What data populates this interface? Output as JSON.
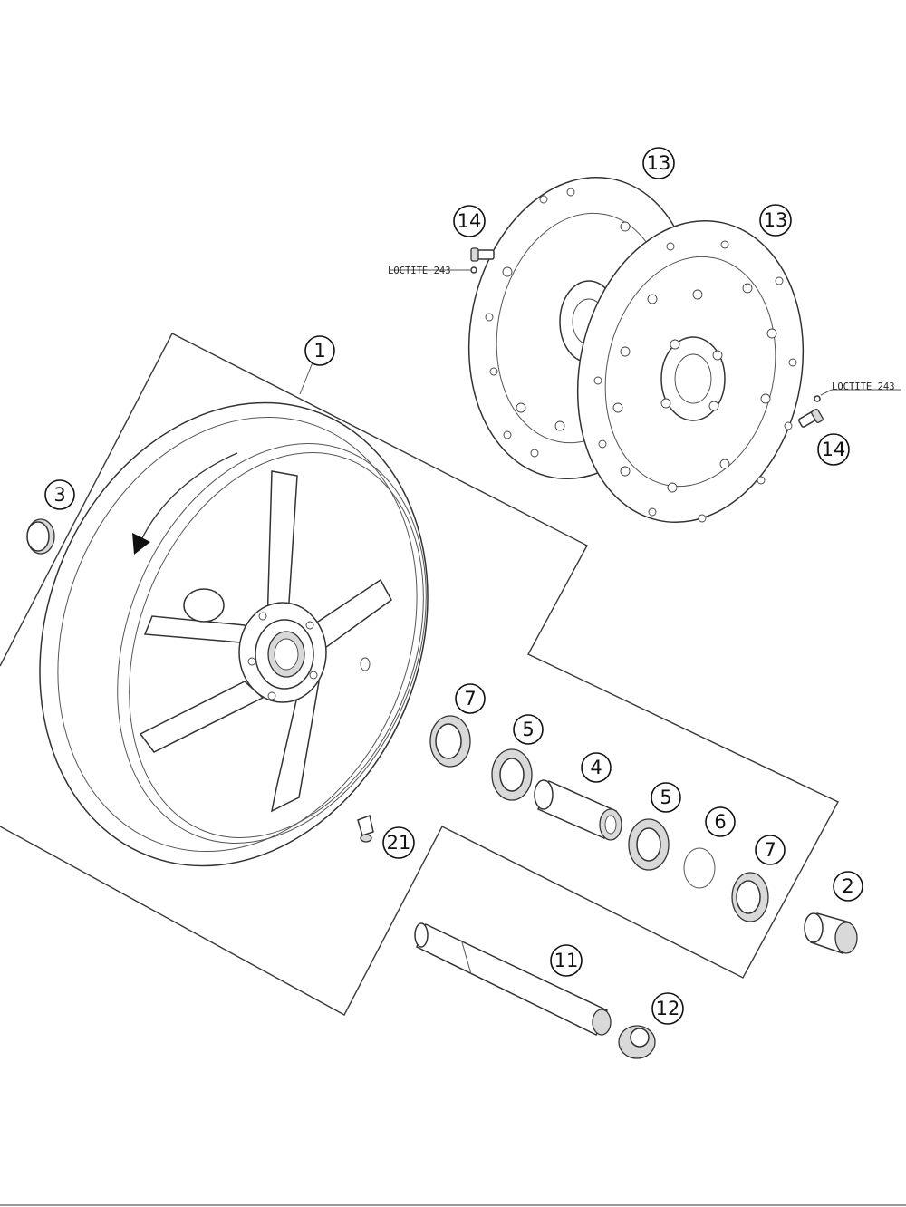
{
  "callouts": {
    "c1": "1",
    "c2": "2",
    "c3": "3",
    "c4": "4",
    "c5a": "5",
    "c5b": "5",
    "c6": "6",
    "c7a": "7",
    "c7b": "7",
    "c11": "11",
    "c12": "12",
    "c13a": "13",
    "c13b": "13",
    "c14a": "14",
    "c14b": "14",
    "c21": "21"
  },
  "notes": {
    "loctite_left": "LOCTITE 243",
    "loctite_right": "LOCTITE 243"
  }
}
